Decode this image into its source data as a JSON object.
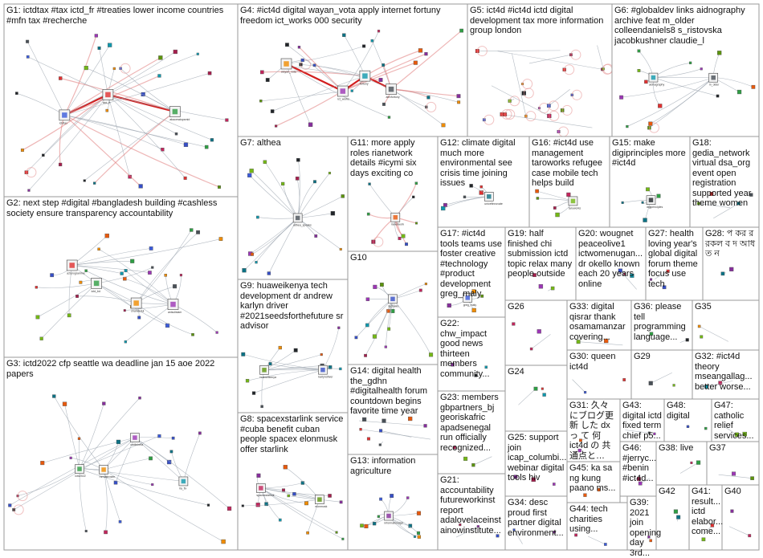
{
  "panels": [
    {
      "id": "G1",
      "title": "G1: ictdtax #tax ictd_fr #treaties lower income countries #mfn tax #recherche",
      "hubs": [
        "ictdtax",
        "ictd_fr",
        "abaceratopsmid"
      ],
      "leaves": 34,
      "loops": 2,
      "dense": true,
      "red": true,
      "hubColor": "#dfe8f5"
    },
    {
      "id": "G2",
      "title": "G2: next step #digital #bangladesh building #cashless society ensure transparency accountability",
      "hubs": [
        "a2iprogramme",
        "ictd_bd",
        "shaheedul",
        "anisulislam"
      ],
      "leaves": 30,
      "loops": 0,
      "dense": true,
      "red": false,
      "hubColor": "#f7d65a"
    },
    {
      "id": "G3",
      "title": "G3: ictd2022 cfp seattle wa deadline jan 15 aoe 2022 papers",
      "hubs": [
        "ictd2022",
        "mrmattrosen",
        "caitlinbeta",
        "rla_fix"
      ],
      "leaves": 26,
      "loops": 2,
      "dense": true,
      "red": false,
      "hubColor": "#8fbfdf"
    },
    {
      "id": "G4",
      "title": "G4: #ict4d digital wayan_vota apply internet fortuny freedom ict_works 000 security",
      "hubs": [
        "wayan_vota",
        "ict_works",
        "fortuny",
        "alexfortuny"
      ],
      "leaves": 30,
      "loops": 2,
      "dense": true,
      "red": true,
      "hubColor": "#9fd76e"
    },
    {
      "id": "G5",
      "title": "G5: ict4d #ict4d ictd digital development tax more information group london",
      "hubs": [],
      "leaves": 18,
      "loops": 18,
      "dense": false,
      "red": false
    },
    {
      "id": "G6",
      "title": "G6: #globaldev links aidnography archive feat m_older colleendaniels8 s_ristovska jacobkushner claudie_l",
      "hubs": [
        "aidnography",
        "m_older"
      ],
      "leaves": 14,
      "loops": 1,
      "dense": true,
      "red": false,
      "hubColor": "#c9a25b"
    },
    {
      "id": "G7",
      "title": "G7: althea",
      "hubs": [
        "althea_speaks"
      ],
      "leaves": 18,
      "loops": 0,
      "dense": false,
      "red": false,
      "hubColor": "#e3d3a3"
    },
    {
      "id": "G8",
      "title": "G8: spacexstarlink service #cuba benefit cuban people spacex elonmusk offer starlink",
      "hubs": [
        "spacexstarlink",
        "elonmusk"
      ],
      "leaves": 16,
      "loops": 0,
      "dense": false,
      "red": false,
      "hubColor": "#8fcf8f"
    },
    {
      "id": "G9",
      "title": "G9: huaweikenya tech development dr andrew karlyn driver #2021seedsforthefuture sr advisor",
      "hubs": [
        "huaweikenya",
        "karlyndriver"
      ],
      "leaves": 12,
      "loops": 0,
      "dense": false,
      "red": false,
      "hubColor": "#d9d9d9"
    },
    {
      "id": "G10",
      "title": "G10",
      "hubs": [
        "techwire"
      ],
      "leaves": 14,
      "loops": 0,
      "dense": false,
      "red": false,
      "hubColor": "#c9b0d9"
    },
    {
      "id": "G11",
      "title": "G11: more apply roles rianetwork details #icymi six days exciting co",
      "hubs": [
        "rianetwork"
      ],
      "leaves": 10,
      "loops": 1,
      "dense": false,
      "red": true,
      "hubColor": "#d94040"
    },
    {
      "id": "G12",
      "title": "G12: climate digital much more environmental see crisis time joining issues",
      "hubs": [
        "unicefinnovate"
      ],
      "leaves": 6,
      "loops": 0,
      "dense": false,
      "red": false,
      "hubColor": "#8fb3d9"
    },
    {
      "id": "G13",
      "title": "G13: information agriculture",
      "hubs": [
        "informationagri"
      ],
      "leaves": 12,
      "loops": 0,
      "dense": false,
      "red": false,
      "hubColor": "#b0c4de"
    },
    {
      "id": "G14",
      "title": "G14: digital health the_gdhn #digitalhealth forum countdown begins favorite time year",
      "hubs": [],
      "leaves": 8,
      "loops": 0,
      "dense": false,
      "red": false
    },
    {
      "id": "G15",
      "title": "G15: make digiprinciples more #ict4d",
      "hubs": [
        "digiprinciples"
      ],
      "leaves": 5,
      "loops": 0,
      "dense": false,
      "red": false,
      "hubColor": "#9fd79f"
    },
    {
      "id": "G16",
      "title": "G16: #ict4d use management taroworks refugee case mobile tech helps build",
      "hubs": [
        "taroworks"
      ],
      "leaves": 5,
      "loops": 0,
      "dense": false,
      "red": false,
      "hubColor": "#b8d4b8"
    },
    {
      "id": "G17",
      "title": "G17: #ict4d tools teams use foster creative #technology #product development greg_maly",
      "hubs": [
        "greg_maly"
      ],
      "leaves": 4,
      "loops": 0,
      "dense": false,
      "red": false,
      "hubColor": "#cccccc"
    },
    {
      "id": "G18",
      "title": "G18: gedia_network virtual dsa_org event open registration supported year theme women",
      "hubs": [],
      "leaves": 4,
      "loops": 0,
      "dense": false,
      "red": false
    },
    {
      "id": "G19",
      "title": "G19: half finished chi submission ictd topic relax many people outside",
      "hubs": [],
      "leaves": 3,
      "loops": 0,
      "dense": false,
      "red": false
    },
    {
      "id": "G20",
      "title": "G20: wougnet peaceolive1 ictwomenugan... dr okello known each 20 years online",
      "hubs": [],
      "leaves": 3,
      "loops": 0,
      "dense": false,
      "red": false
    },
    {
      "id": "G21",
      "title": "G21: accountability futureworkinst report adalovelaceinst ainowinstitute...",
      "hubs": [],
      "leaves": 3,
      "loops": 0,
      "dense": false,
      "red": false
    },
    {
      "id": "G22",
      "title": "G22: chw_impact good news thirteen members community...",
      "hubs": [],
      "leaves": 3,
      "loops": 0,
      "dense": false,
      "red": false
    },
    {
      "id": "G23",
      "title": "G23: members gbpartners_bj georiskafric apadsenegal run officially recognized...",
      "hubs": [],
      "leaves": 3,
      "loops": 0,
      "dense": false,
      "red": false
    },
    {
      "id": "G24",
      "title": "G24",
      "hubs": [],
      "leaves": 3,
      "loops": 0,
      "dense": false,
      "red": false
    },
    {
      "id": "G25",
      "title": "G25: support join icap_columbi... webinar digital tools hiv",
      "hubs": [],
      "leaves": 3,
      "loops": 0,
      "dense": false,
      "red": false
    },
    {
      "id": "G26",
      "title": "G26",
      "hubs": [],
      "leaves": 3,
      "loops": 0,
      "dense": false,
      "red": false
    },
    {
      "id": "G27",
      "title": "G27: health loving year's global digital forum theme focus use tech",
      "hubs": [],
      "leaves": 3,
      "loops": 0,
      "dense": false,
      "red": false
    },
    {
      "id": "G28",
      "title": "G28: প কর র রকল ব দ আধ ত ন",
      "hubs": [],
      "leaves": 2,
      "loops": 0,
      "dense": false,
      "red": false
    },
    {
      "id": "G29",
      "title": "G29",
      "hubs": [],
      "leaves": 2,
      "loops": 0,
      "dense": false,
      "red": false
    },
    {
      "id": "G30",
      "title": "G30: queen ict4d",
      "hubs": [],
      "leaves": 2,
      "loops": 0,
      "dense": false,
      "red": false
    },
    {
      "id": "G31",
      "title": "G31: 久々 にブログ更新 した dx っ て 何 ict4d の 共通点と…",
      "hubs": [],
      "leaves": 2,
      "loops": 0,
      "dense": false,
      "red": false
    },
    {
      "id": "G32",
      "title": "G32: #ict4d theory mseangallag... better worse...",
      "hubs": [],
      "leaves": 2,
      "loops": 0,
      "dense": false,
      "red": false
    },
    {
      "id": "G33",
      "title": "G33: digital qisrar thank osamamanzar covering...",
      "hubs": [],
      "leaves": 2,
      "loops": 0,
      "dense": false,
      "red": false
    },
    {
      "id": "G34",
      "title": "G34: desc proud first partner digital environment...",
      "hubs": [],
      "leaves": 2,
      "loops": 0,
      "dense": false,
      "red": false
    },
    {
      "id": "G35",
      "title": "G35",
      "hubs": [],
      "leaves": 2,
      "loops": 0,
      "dense": false,
      "red": false
    },
    {
      "id": "G36",
      "title": "G36: please tell programming language...",
      "hubs": [],
      "leaves": 2,
      "loops": 0,
      "dense": false,
      "red": false
    },
    {
      "id": "G37",
      "title": "G37",
      "hubs": [],
      "leaves": 2,
      "loops": 0,
      "dense": false,
      "red": false
    },
    {
      "id": "G38",
      "title": "G38: live",
      "hubs": [],
      "leaves": 2,
      "loops": 0,
      "dense": false,
      "red": false
    },
    {
      "id": "G39",
      "title": "G39: 2021 join opening day 3rd...",
      "hubs": [],
      "leaves": 2,
      "loops": 0,
      "dense": false,
      "red": false
    },
    {
      "id": "G40",
      "title": "G40",
      "hubs": [],
      "leaves": 2,
      "loops": 0,
      "dense": false,
      "red": false
    },
    {
      "id": "G41",
      "title": "G41: result... ictd elabor... come...",
      "hubs": [],
      "leaves": 2,
      "loops": 0,
      "dense": false,
      "red": false
    },
    {
      "id": "G42",
      "title": "G42",
      "hubs": [],
      "leaves": 2,
      "loops": 0,
      "dense": false,
      "red": false
    },
    {
      "id": "G43",
      "title": "G43: digital ictd fixed term chief p5...",
      "hubs": [],
      "leaves": 2,
      "loops": 0,
      "dense": false,
      "red": false
    },
    {
      "id": "G44",
      "title": "G44: tech charities using...",
      "hubs": [],
      "leaves": 2,
      "loops": 0,
      "dense": false,
      "red": false
    },
    {
      "id": "G45",
      "title": "G45: ka sa ng kung paano ms...",
      "hubs": [],
      "leaves": 2,
      "loops": 0,
      "dense": false,
      "red": false
    },
    {
      "id": "G46",
      "title": "G46: #jerryc... #benin #ict4d...",
      "hubs": [],
      "leaves": 2,
      "loops": 0,
      "dense": false,
      "red": false
    },
    {
      "id": "G47",
      "title": "G47: catholic relief services...",
      "hubs": [],
      "leaves": 2,
      "loops": 0,
      "dense": false,
      "red": false
    },
    {
      "id": "G48",
      "title": "G48: digital",
      "hubs": [],
      "leaves": 2,
      "loops": 0,
      "dense": false,
      "red": false
    }
  ],
  "palette": [
    "#3b5bdb",
    "#e03131",
    "#2f9e44",
    "#f08c00",
    "#9c36b5",
    "#1098ad",
    "#495057",
    "#c2255c",
    "#5c940d",
    "#364fc7",
    "#e8590c",
    "#0b7285",
    "#862e9c",
    "#a61e4d",
    "#212529",
    "#74b816"
  ]
}
